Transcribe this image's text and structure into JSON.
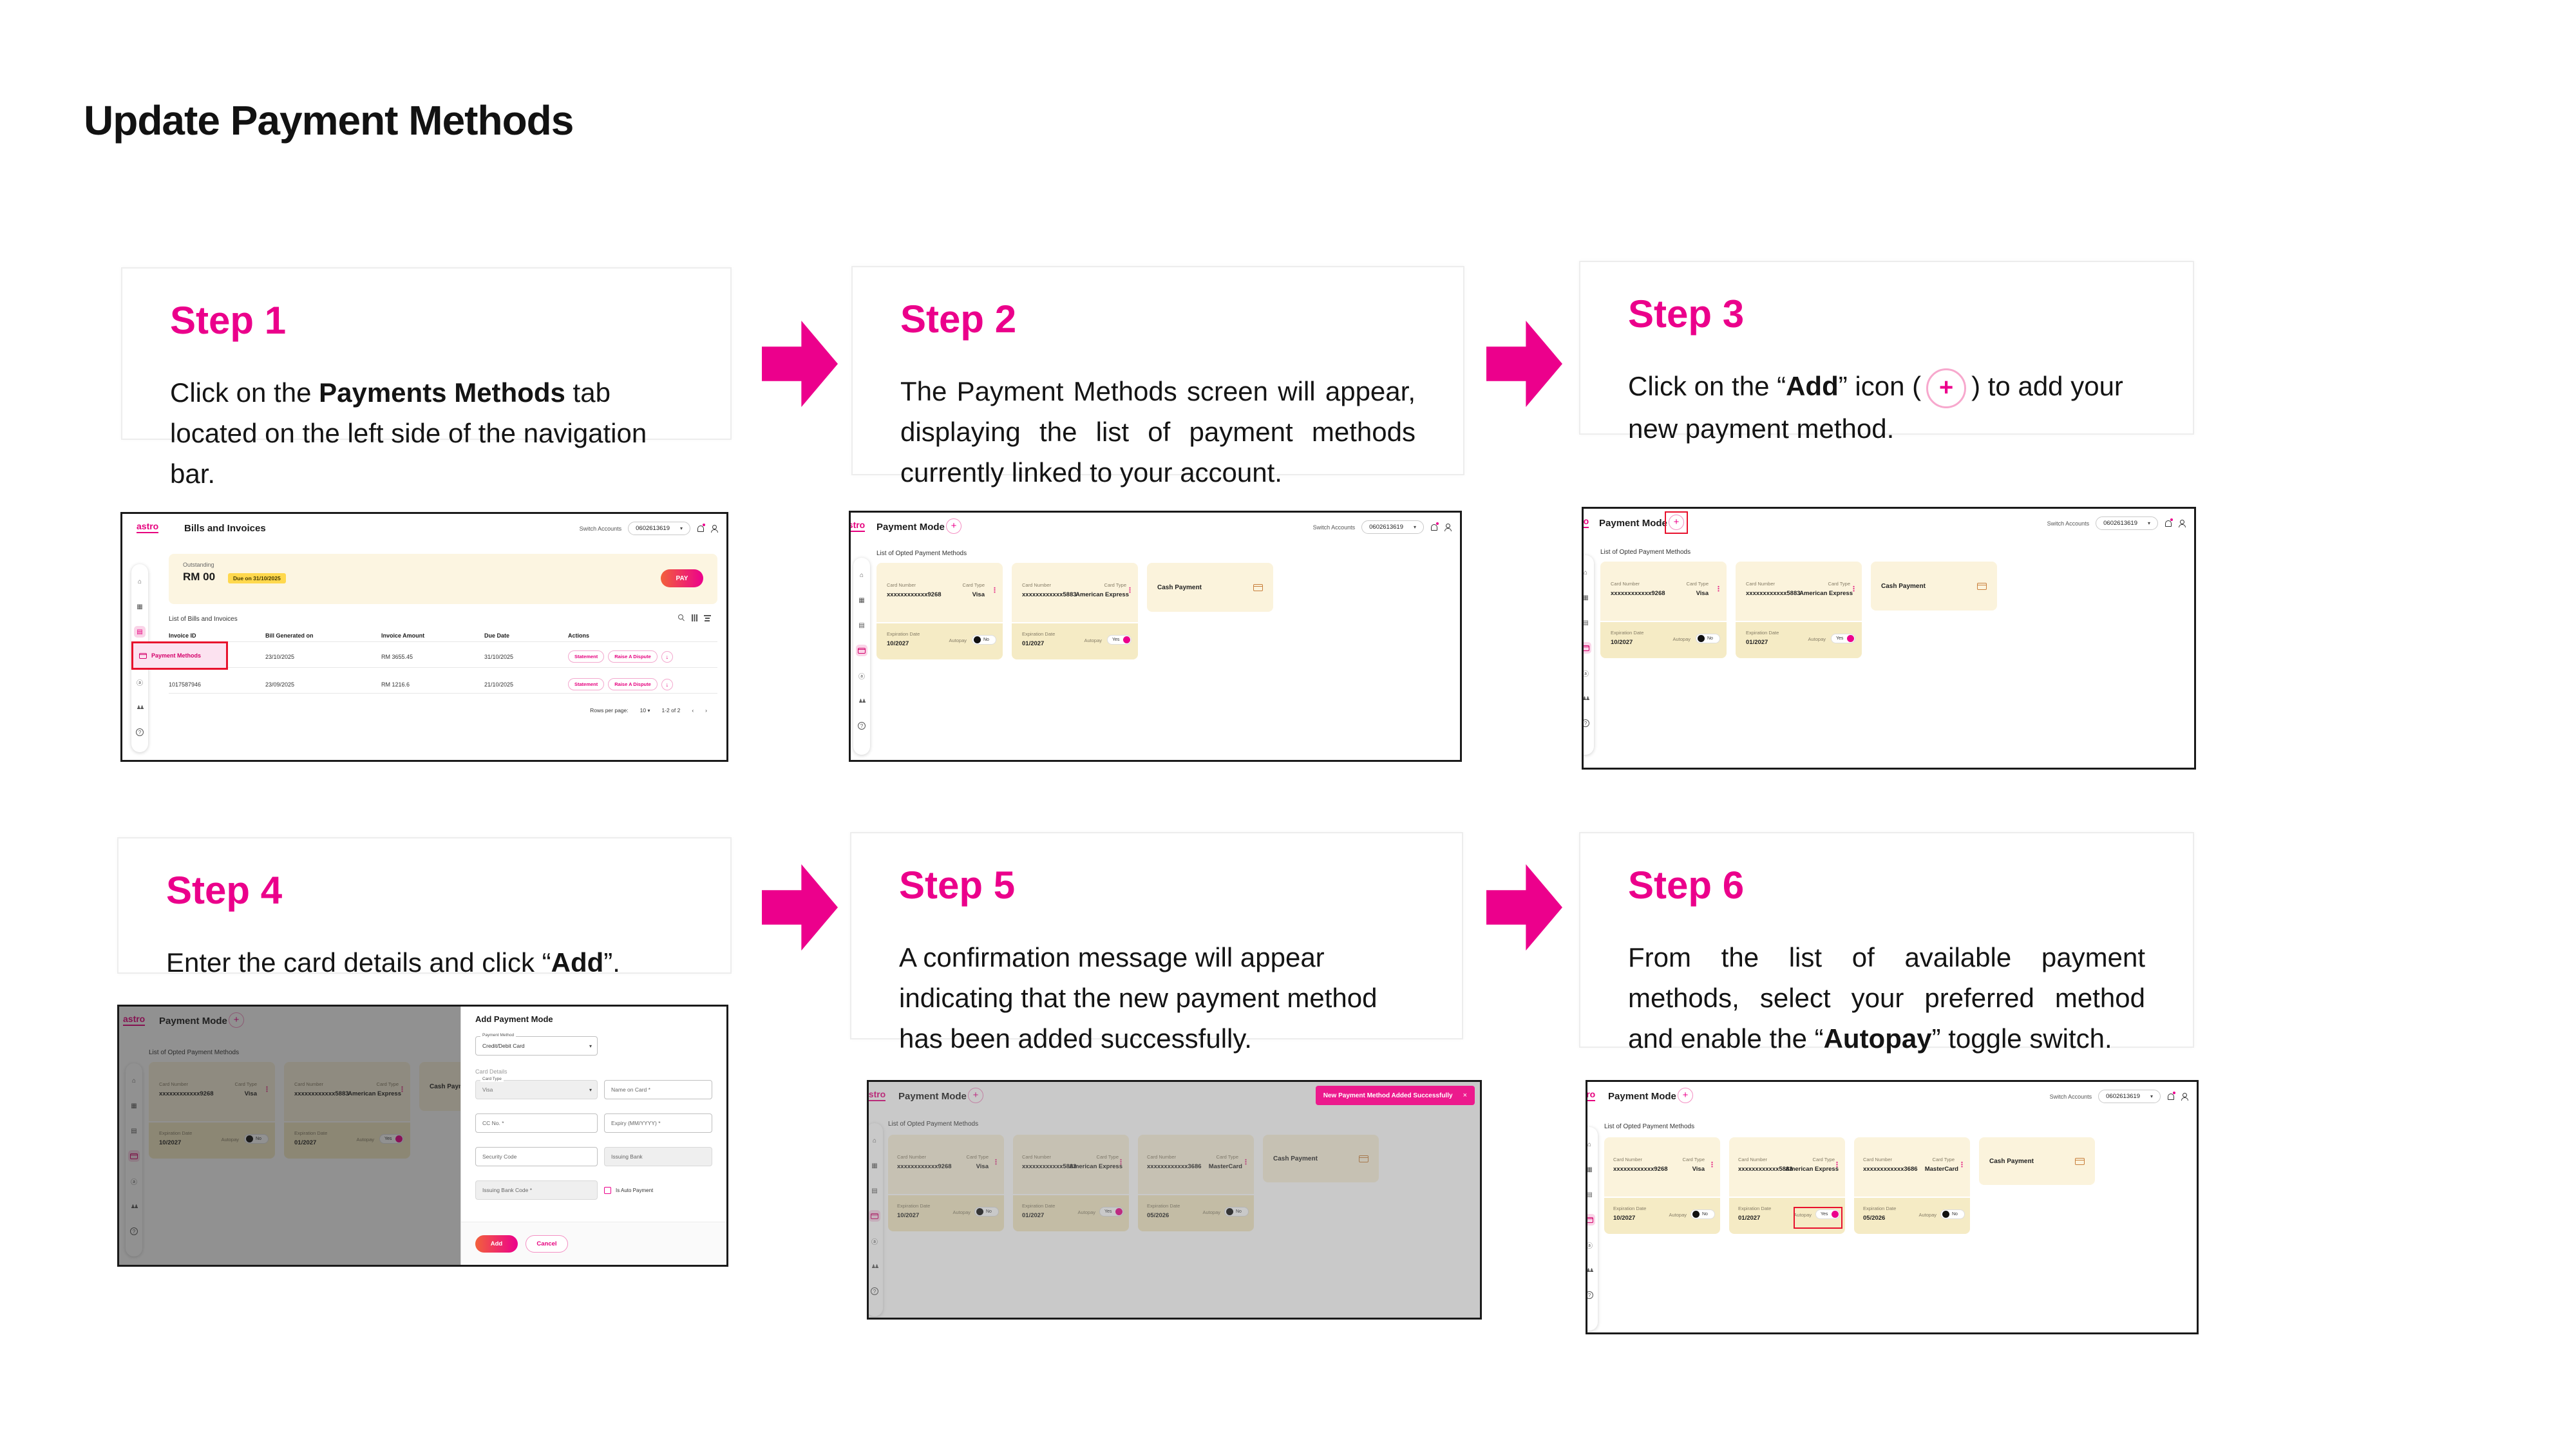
{
  "page": {
    "title": "Update Payment Methods"
  },
  "colors": {
    "accent_pink": "#EC008C",
    "astro_pink": "#E6007E",
    "highlight_red": "#E8112D",
    "toast_pink": "#EC1A8D",
    "card_cream": "#FBF3DC",
    "banner_cream": "#FCF5E1",
    "chip_yellow": "#FFD84D"
  },
  "steps": [
    {
      "heading": "Step 1",
      "seg1": "Click on the ",
      "bold1": "Payments Methods",
      "seg2": " tab located on the left side of the navigation bar."
    },
    {
      "heading": "Step 2",
      "seg1": "The Payment Methods screen will appear, displaying the list of payment methods currently linked to your account."
    },
    {
      "heading": "Step 3",
      "seg1": "Click on the “",
      "bold1": "Add",
      "seg2": "” icon (",
      "seg3": ") to add your new payment method."
    },
    {
      "heading": "Step 4",
      "seg1": "Enter the card details and click “",
      "bold1": "Add",
      "seg2": "”."
    },
    {
      "heading": "Step 5",
      "seg1": "A confirmation message will appear indicating that the new payment method has been added successfully."
    },
    {
      "heading": "Step 6",
      "seg1": "From the list of available payment methods, select your preferred method and enable the “",
      "bold1": "Autopay",
      "seg2": "” toggle switch."
    }
  ],
  "ui": {
    "brand": "astro",
    "switch_accounts_label": "Switch Accounts",
    "account_number": "0602613619",
    "icons": {
      "home": "⌂",
      "apps": "▦",
      "bills": "▤",
      "account": "ⓐ",
      "family": "♟♟",
      "help": "?",
      "kebab": "⋮",
      "caret": "▾",
      "plus": "+",
      "prev": "‹",
      "next": "›",
      "download": "↓",
      "close": "×"
    }
  },
  "bills": {
    "title": "Bills and Invoices",
    "outstanding_label": "Outstanding",
    "outstanding_amount": "RM 00",
    "due_chip": "Due on 31/10/2025",
    "pay_button": "PAY",
    "list_title": "List of Bills and Invoices",
    "columns": [
      "Invoice ID",
      "Bill Generated on",
      "Invoice Amount",
      "Due Date",
      "Actions"
    ],
    "rows": [
      {
        "invoice_id": "",
        "generated": "23/10/2025",
        "amount": "RM 3655.45",
        "due": "31/10/2025"
      },
      {
        "invoice_id": "1017587946",
        "generated": "23/09/2025",
        "amount": "RM 1216.6",
        "due": "21/10/2025"
      }
    ],
    "actions": {
      "statement": "Statement",
      "dispute": "Raise A Dispute"
    },
    "highlight_label": "Payment Methods",
    "pagination": {
      "label": "Rows per page:",
      "value": "10",
      "range": "1-2 of 2"
    }
  },
  "payment": {
    "title": "Payment Mode",
    "list_title": "List of Opted Payment Methods",
    "labels": {
      "card_number": "Card Number",
      "card_type": "Card Type",
      "expiration": "Expiration Date",
      "autopay": "Autopay"
    },
    "cards": [
      {
        "number": "xxxxxxxxxxxx9268",
        "type": "Visa",
        "expiry": "10/2027",
        "autopay": "No"
      },
      {
        "number": "xxxxxxxxxxxx5883",
        "type": "American Express",
        "expiry": "01/2027",
        "autopay": "Yes"
      },
      {
        "number": "xxxxxxxxxxxx3686",
        "type": "MasterCard",
        "expiry": "05/2026",
        "autopay": "No"
      }
    ],
    "cash_label": "Cash Payment",
    "toast": "New Payment Method Added Successfully"
  },
  "drawer": {
    "title": "Add Payment Mode",
    "payment_method_label": "Payment Method",
    "payment_method_value": "Credit/Debit Card",
    "section_title": "Card Details",
    "card_type_label": "Card Type",
    "card_type_value": "Visa",
    "name_on_card": "Name on Card *",
    "cc_no": "CC No. *",
    "expiry": "Expiry (MM/YYYY) *",
    "security_code": "Security Code",
    "issuing_bank": "Issuing Bank",
    "issuing_bank_code": "Issuing Bank Code *",
    "auto_payment": "Is Auto Payment",
    "add_button": "Add",
    "cancel_button": "Cancel"
  }
}
